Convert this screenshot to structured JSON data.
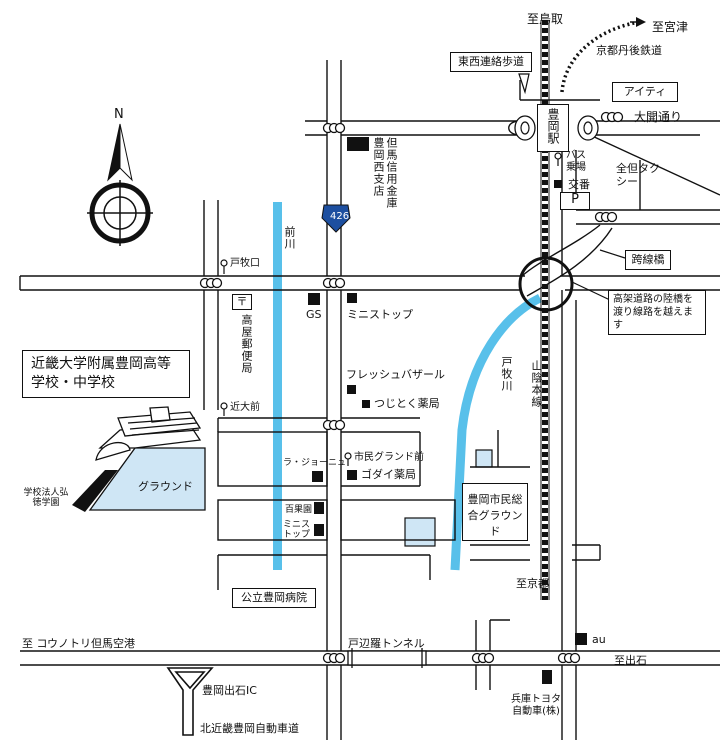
{
  "map": {
    "north": "N",
    "destinations": {
      "to_tottori": "至鳥取",
      "to_miyazu": "至宮津",
      "to_kyoto": "至京都",
      "to_izushi": "至出石",
      "to_airport": "至 コウノトリ但馬空港"
    },
    "railways": {
      "kyoto_tango": "京都丹後鉄道",
      "sanin_line": "山陰本線"
    },
    "rivers": {
      "maegawa": "前川",
      "tomaki": "戸牧川"
    },
    "route_number": "426",
    "callouts": {
      "walkway": "東西連絡歩道",
      "aitei": "アイティ",
      "overpass": "跨線橋",
      "note": "高架道路の陸橋を渡り線路を越えます",
      "school": "近畿大学附属豊岡高等学校・中学校",
      "hospital": "公立豊岡病院",
      "sports_ground": "豊岡市民総合グラウンド"
    },
    "station": "豊岡駅",
    "labels": {
      "daikai": "大開通り",
      "taxi": "全但タクシー",
      "bus_stop_station": "バス乗場",
      "police": "交番",
      "parking": "P",
      "shinkin": "但馬信用金庫豊岡西支店",
      "gs": "GS",
      "ministop1": "ミニストップ",
      "post_office": "高屋郵便局",
      "fresh": "フレッシュバザール",
      "tsujitoku": "つじとく薬局",
      "godai": "ゴダイ薬局",
      "la_seine": "ラ・ジョーニュ",
      "hyakushoku": "百果園",
      "ministop2": "ミニストップ",
      "school_ground": "グラウンド",
      "kosei": "学校法人弘徳学園",
      "tunnel": "戸辺羅トンネル",
      "au": "au",
      "toyota": "兵庫トヨタ自動車(株)",
      "ic": "豊岡出石IC",
      "expressway": "北近畿豊岡自動車道"
    },
    "bus_stops": {
      "tomakiguchi": "戸牧口",
      "kindaimae": "近大前",
      "shimin_ground": "市民グランド前"
    }
  }
}
